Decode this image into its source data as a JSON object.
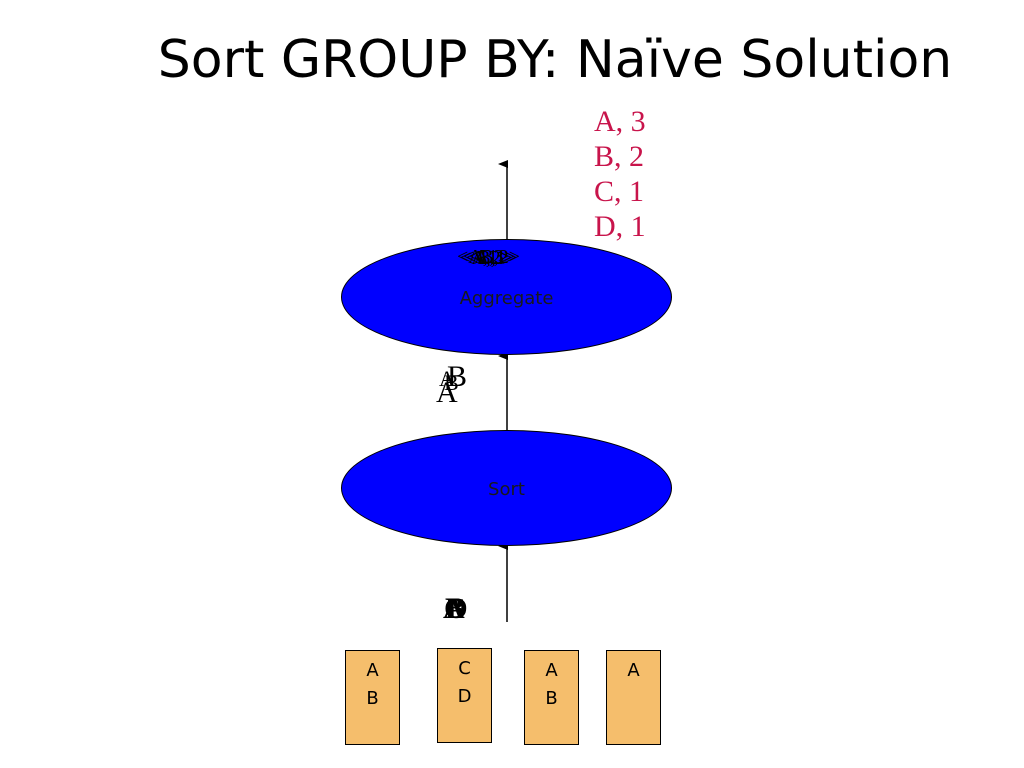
{
  "title": "Sort GROUP BY: Naïve Solution",
  "colors": {
    "node": "#0000ff",
    "page": "#f5be6c",
    "result": "#c8144b"
  },
  "results": [
    "A, 3",
    "B, 2",
    "C, 1",
    "D, 1"
  ],
  "operators": {
    "aggregate": {
      "label": "Aggregate",
      "buffer_tokens": [
        "<A,1>",
        "<A,2>",
        "<A,3>",
        "<B,1>",
        "<B,2>"
      ]
    },
    "sort": {
      "label": "Sort"
    }
  },
  "streams": {
    "sorted_tuples": [
      "A",
      "B"
    ],
    "input_tuples": [
      "A",
      "B",
      "C",
      "D"
    ]
  },
  "pages": [
    {
      "items": [
        "A",
        "B"
      ]
    },
    {
      "items": [
        "C",
        "D"
      ]
    },
    {
      "items": [
        "A",
        "B"
      ]
    },
    {
      "items": [
        "A",
        ""
      ]
    }
  ]
}
